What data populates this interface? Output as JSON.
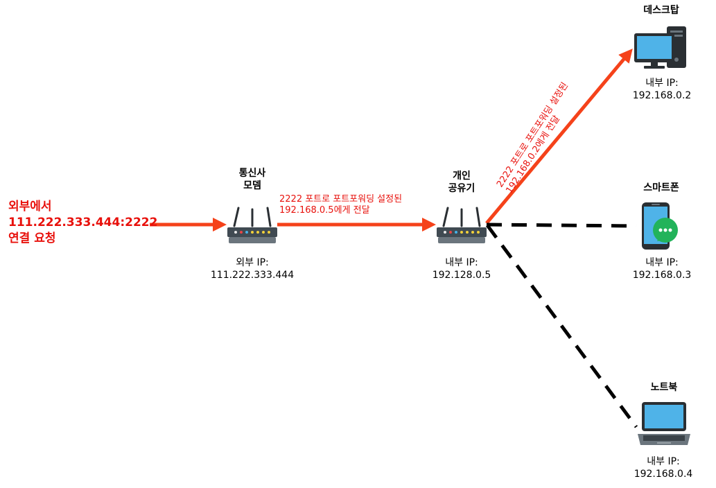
{
  "request": {
    "lines": [
      "외부에서",
      "111.222.333.444:2222",
      "연결 요청"
    ],
    "color": "#e8100b"
  },
  "modem": {
    "title_lines": [
      "통신사",
      "모뎀"
    ],
    "ip_label": "외부 IP:",
    "ip": "111.222.333.444",
    "icon": "router-icon"
  },
  "router": {
    "title_lines": [
      "개인",
      "공유기"
    ],
    "ip_label": "내부 IP:",
    "ip": "192.128.0.5",
    "icon": "router-icon"
  },
  "edge_modem_router": {
    "lines": [
      "2222 포트로 포트포워딩 설정된",
      "192.168.0.5에게 전달"
    ]
  },
  "edge_router_desktop": {
    "lines": [
      "2222 포트로 포트포워딩 설정된",
      "192.168.0.2에게 전달"
    ]
  },
  "desktop": {
    "title": "데스크탑",
    "ip_label": "내부 IP:",
    "ip": "192.168.0.2",
    "icon": "desktop-icon"
  },
  "smartphone": {
    "title": "스마트폰",
    "ip_label": "내부 IP:",
    "ip": "192.168.0.3",
    "icon": "smartphone-icon"
  },
  "laptop": {
    "title": "노트북",
    "ip_label": "내부 IP:",
    "ip": "192.168.0.4",
    "icon": "laptop-icon"
  },
  "colors": {
    "arrow": "#f5421a",
    "dashed": "#000000",
    "screen": "#4fb3e8",
    "chat": "#22b35a"
  }
}
